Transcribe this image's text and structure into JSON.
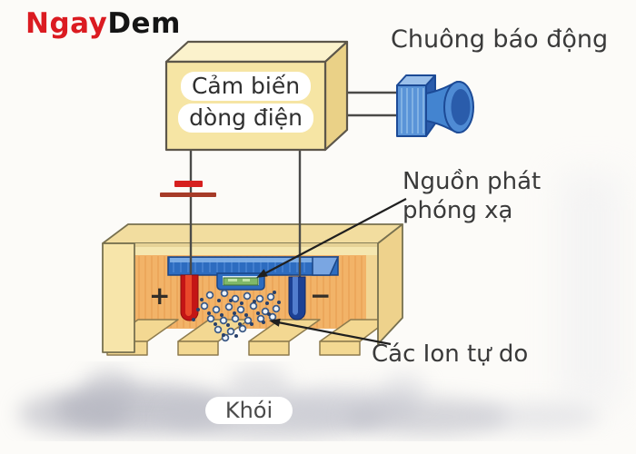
{
  "page": {
    "background": "#fcfbf8"
  },
  "logo": {
    "text_red": "Ngay",
    "text_dark": "Dem"
  },
  "labels": {
    "alarm_bell": "Chuông báo động",
    "sensor_line1": "Cảm biến",
    "sensor_line2": "dòng điện",
    "source_line1": "Nguồn phát",
    "source_line2": "phóng xạ",
    "free_ions": "Các Ion tự do",
    "smoke": "Khói",
    "plus_sign": "+",
    "minus_sign": "−"
  },
  "colors": {
    "logo_red": "#db1b21",
    "logo_dark": "#151515",
    "label_text": "#3a3a3a",
    "sensor_box_front": "#f6e5a4",
    "sensor_box_top": "#fbf2cc",
    "sensor_box_side": "#ead187",
    "chamber_yellow_top": "#f2dd9f",
    "chamber_interior_orange": "#f2b368",
    "support_bar_blue": "#2d6cc0",
    "positive_electrode_red": "#c41515",
    "negative_electrode_blue": "#1d4194",
    "source_green": "#7fb868",
    "speaker_blue": "#4384d0",
    "battery_red": "#d6201f",
    "wire_gray": "#4a4a48",
    "smoke_gray": "#bfc0c9"
  }
}
